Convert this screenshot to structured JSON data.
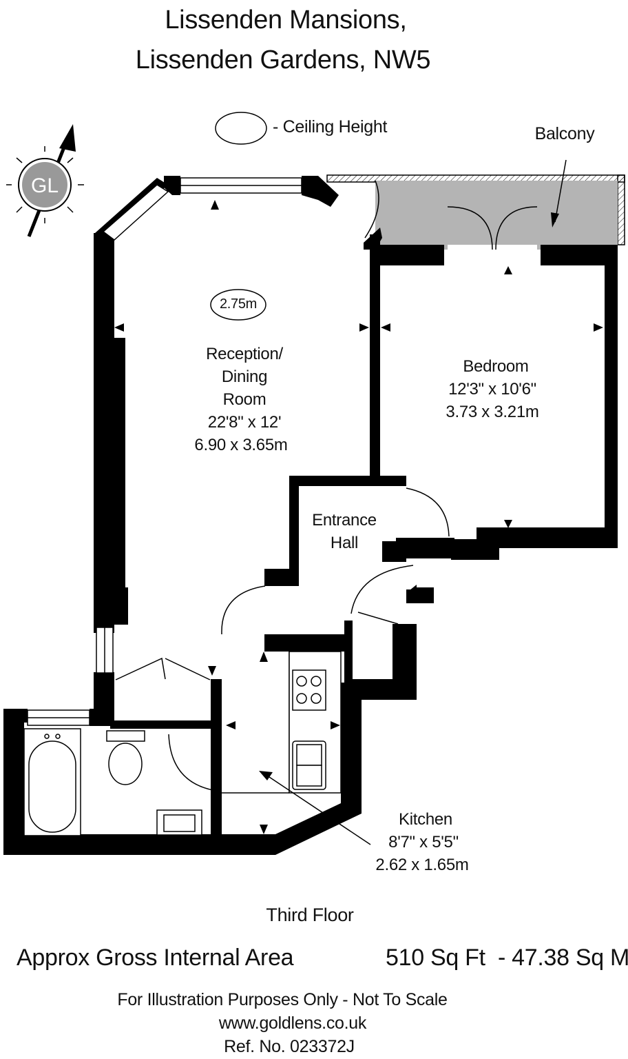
{
  "title": {
    "line1": "Lissenden Mansions,",
    "line2": "Lissenden Gardens, NW5"
  },
  "legend": {
    "ceiling_label": "- Ceiling Height",
    "balcony": "Balcony"
  },
  "compass": {
    "logo_text": "GL",
    "icon": "north-arrow-compass-icon"
  },
  "rooms": {
    "reception": {
      "ceiling_height": "2.75m",
      "name_line1": "Reception/",
      "name_line2": "Dining",
      "name_line3": "Room",
      "imperial": "22'8\" x 12'",
      "metric": "6.90 x 3.65m"
    },
    "bedroom": {
      "name": "Bedroom",
      "imperial": "12'3\" x 10'6\"",
      "metric": "3.73 x 3.21m"
    },
    "hall": {
      "name_line1": "Entrance",
      "name_line2": "Hall"
    },
    "kitchen": {
      "name": "Kitchen",
      "imperial": "8'7\" x 5'5\"",
      "metric": "2.62 x 1.65m"
    }
  },
  "floor_label": "Third Floor",
  "area": {
    "label": "Approx Gross Internal Area",
    "value": "510 Sq Ft  - 47.38 Sq M"
  },
  "footer": {
    "disclaimer": "For Illustration Purposes Only - Not To Scale",
    "website": "www.goldlens.co.uk",
    "ref": "Ref. No. 023372J"
  },
  "colors": {
    "wall": "#000000",
    "balcony_fill": "#b4b4b4",
    "logo_fill": "#999999"
  }
}
